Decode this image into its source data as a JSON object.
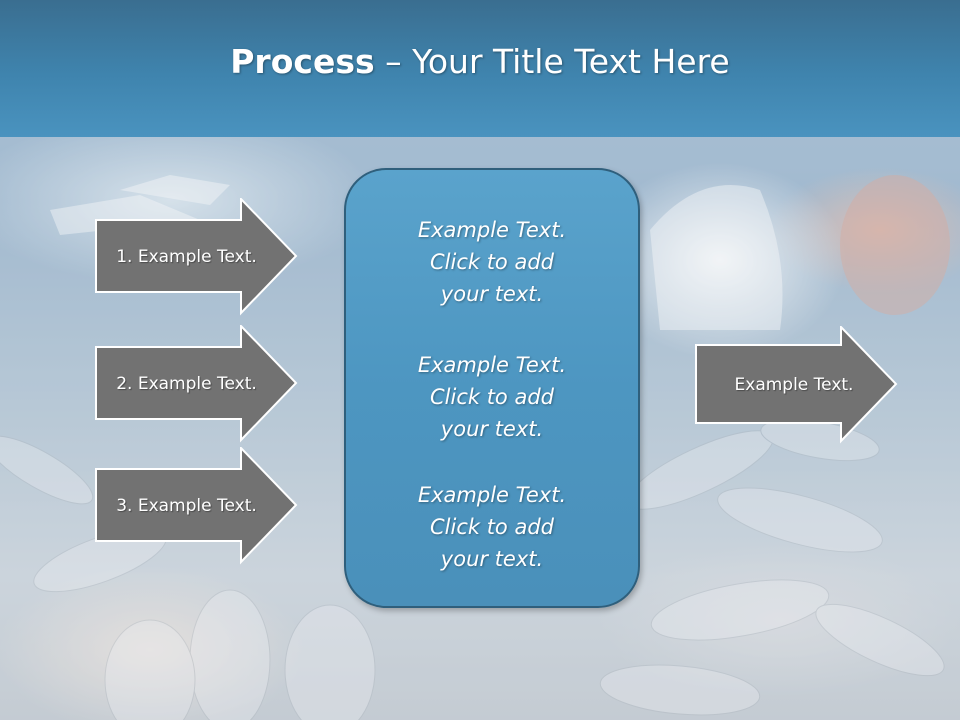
{
  "title": {
    "bold": "Process",
    "rest": " – Your Title Text Here"
  },
  "left_steps": [
    {
      "label": "1. Example Text."
    },
    {
      "label": "2. Example Text."
    },
    {
      "label": "3. Example Text."
    }
  ],
  "center_box": {
    "paragraphs": [
      {
        "lines": [
          "Example Text.",
          "Click  to add",
          "your text."
        ]
      },
      {
        "lines": [
          "Example Text.",
          "Click  to add",
          "your text."
        ]
      },
      {
        "lines": [
          "Example Text.",
          "Click  to add",
          "your text."
        ]
      }
    ]
  },
  "right_step": {
    "label": "Example Text."
  },
  "colors": {
    "title_bar": "#3f84ae",
    "arrow_fill": "#727272",
    "center_box": "#4d96c1"
  }
}
